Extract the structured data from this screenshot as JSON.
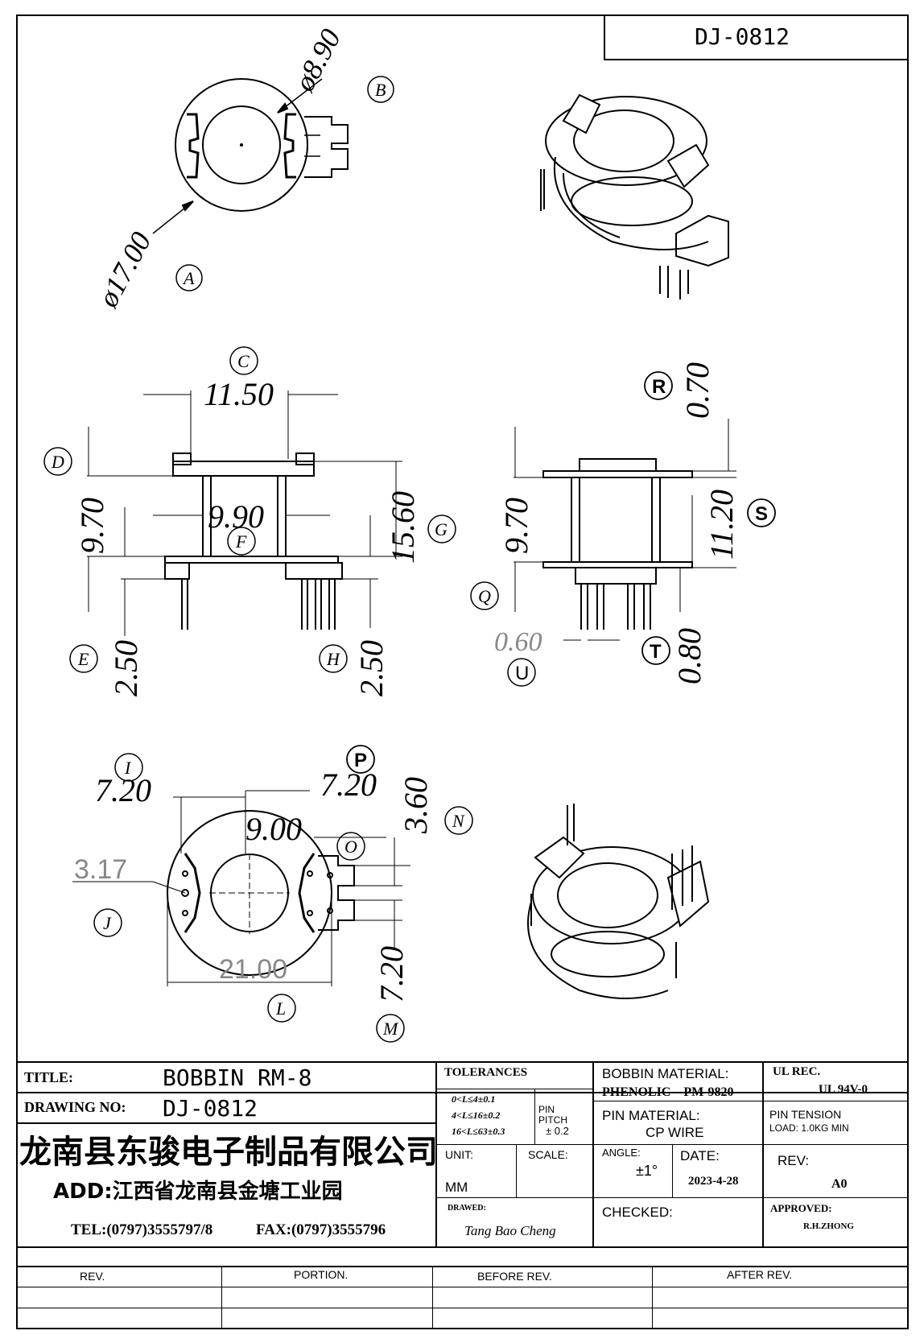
{
  "drawing_number_header": "DJ-0812",
  "top_view": {
    "dim_inner": "ø8.90",
    "dim_inner_tag": "B",
    "dim_outer": "ø17.00",
    "dim_outer_tag": "A"
  },
  "front_view": {
    "width_top": "11.50",
    "width_top_tag": "C",
    "flange_tag": "D",
    "height_left": "9.70",
    "core_width": "9.90",
    "core_width_tag": "F",
    "total_height": "15.60",
    "total_height_tag": "G",
    "pin_left": "2.50",
    "pin_left_tag": "E",
    "pin_right": "2.50",
    "pin_right_tag": "H"
  },
  "side_view": {
    "dim_r": "0.70",
    "tag_r": "R",
    "height": "9.70",
    "height_tag": "Q",
    "dim_s": "11.20",
    "tag_s": "S",
    "pin_dia": "0.60",
    "pin_dia_tag": "U",
    "dim_t": "0.80",
    "tag_t": "T"
  },
  "bottom_view": {
    "dim_i": "7.20",
    "tag_i": "I",
    "dim_p": "7.20",
    "tag_p": "P",
    "dim_center": "9.00",
    "dim_n": "3.60",
    "tag_n": "N",
    "tag_o": "O",
    "dim_j": "3.17",
    "tag_j": "J",
    "dim_l": "21.00",
    "tag_l": "L",
    "dim_m": "7.20",
    "tag_m": "M"
  },
  "title_block": {
    "title_label": "TITLE:",
    "title_value": "BOBBIN RM-8",
    "drawing_no_label": "DRAWING NO:",
    "drawing_no_value": "DJ-0812",
    "company": "龙南县东骏电子制品有限公司",
    "address": "ADD:江西省龙南县金塘工业园",
    "tel": "TEL:(0797)3555797/8",
    "fax": "FAX:(0797)3555796",
    "tolerances_label": "TOLERANCES",
    "tol_1": "0<L≤4±0.1",
    "tol_2": "4<L≤16±0.2",
    "tol_3": "16<L≤63±0.3",
    "pin_pitch_label": "PIN PITCH",
    "pin_pitch_value": "± 0.2",
    "bobbin_material_label": "BOBBIN MATERIAL:",
    "bobbin_material_value": "PHENOLIC    PM-9820",
    "ul_label": "UL REC.",
    "ul_value": "UL  94V-0",
    "pin_material_label": "PIN MATERIAL:",
    "pin_material_value": "CP WIRE",
    "pin_tension_label": "PIN TENSION",
    "pin_tension_value": "LOAD:  1.0KG MIN",
    "unit_label": "UNIT:",
    "unit_value": "MM",
    "scale_label": "SCALE:",
    "angle_label": "ANGLE:",
    "angle_value": "±1°",
    "date_label": "DATE:",
    "date_value": "2023-4-28",
    "rev_label": "REV:",
    "rev_value": "A0",
    "drawn_label": "DRAWED:",
    "drawn_value": "Tang Bao Cheng",
    "checked_label": "CHECKED:",
    "approved_label": "APPROVED:",
    "approved_value": "R.H.ZHONG"
  },
  "revision_table": {
    "headers": [
      "REV.",
      "PORTION.",
      "BEFORE REV.",
      "AFTER REV."
    ]
  }
}
